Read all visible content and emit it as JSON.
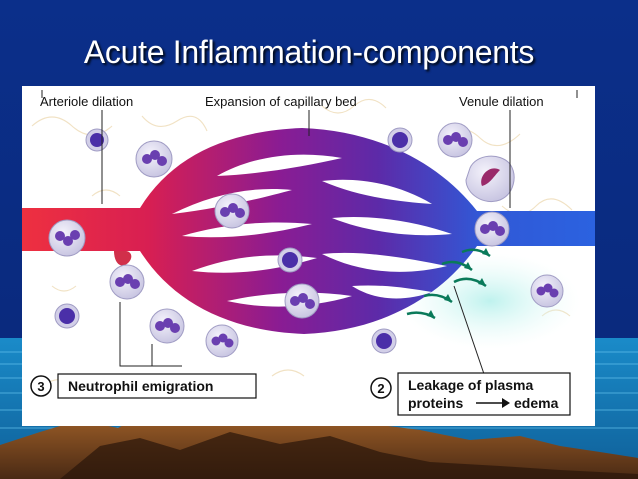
{
  "slide": {
    "title": "Acute Inflammation-components"
  },
  "diagram": {
    "labels": {
      "arteriole": "Arteriole dilation",
      "capillary": "Expansion of capillary bed",
      "venule": "Venule dilation"
    },
    "callouts": {
      "emigration_number": "3",
      "emigration_text": "Neutrophil emigration",
      "leakage_number": "2",
      "leakage_line1": "Leakage of plasma",
      "leakage_line2": "proteins",
      "leakage_line3": "edema"
    },
    "colors": {
      "arteriole": "#e8323c",
      "capillary": "#7a1a9a",
      "venule": "#2c5bd8",
      "cell": "#5a3fb8",
      "background": "#0a2f86"
    }
  }
}
